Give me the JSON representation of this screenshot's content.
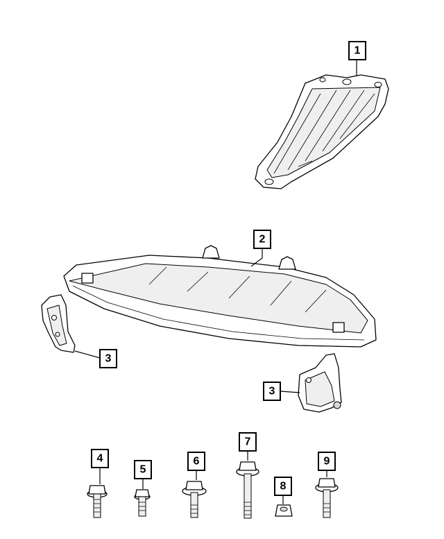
{
  "callouts": [
    {
      "id": "callout-1",
      "label": "1"
    },
    {
      "id": "callout-2",
      "label": "2"
    },
    {
      "id": "callout-3-left",
      "label": "3"
    },
    {
      "id": "callout-3-right",
      "label": "3"
    },
    {
      "id": "callout-4",
      "label": "4"
    },
    {
      "id": "callout-5",
      "label": "5"
    },
    {
      "id": "callout-6",
      "label": "6"
    },
    {
      "id": "callout-7",
      "label": "7"
    },
    {
      "id": "callout-8",
      "label": "8"
    },
    {
      "id": "callout-9",
      "label": "9"
    }
  ],
  "colors": {
    "line": "#000000",
    "fill": "#ffffff",
    "shade": "#efefef"
  }
}
